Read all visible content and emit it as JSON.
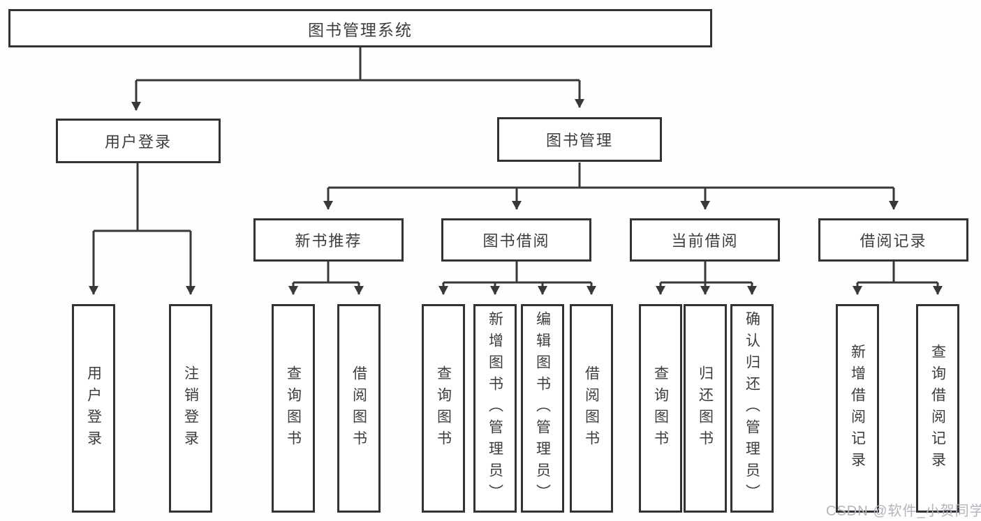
{
  "diagram": {
    "title": "图书管理系统",
    "root": {
      "label": "图书管理系统"
    },
    "level2": [
      {
        "label": "用户登录"
      },
      {
        "label": "图书管理"
      }
    ],
    "level3": [
      {
        "label": "新书推荐"
      },
      {
        "label": "图书借阅"
      },
      {
        "label": "当前借阅"
      },
      {
        "label": "借阅记录"
      }
    ],
    "leaves": [
      {
        "label": "用户登录",
        "parent": "用户登录"
      },
      {
        "label": "注销登录",
        "parent": "用户登录"
      },
      {
        "label": "查询图书",
        "parent": "新书推荐"
      },
      {
        "label": "借阅图书",
        "parent": "新书推荐"
      },
      {
        "label": "查询图书",
        "parent": "图书借阅"
      },
      {
        "label": "新增图书（管理员）",
        "parent": "图书借阅"
      },
      {
        "label": "编辑图书（管理员）",
        "parent": "图书借阅"
      },
      {
        "label": "借阅图书",
        "parent": "图书借阅"
      },
      {
        "label": "查询图书",
        "parent": "当前借阅"
      },
      {
        "label": "归还图书",
        "parent": "当前借阅"
      },
      {
        "label": "确认归还（管理员）",
        "parent": "当前借阅"
      },
      {
        "label": "新增借阅记录",
        "parent": "借阅记录"
      },
      {
        "label": "查询借阅记录",
        "parent": "借阅记录"
      }
    ]
  },
  "watermark": "CSDN @软件_小贺同学",
  "colors": {
    "box_border": "#333333",
    "text": "#3d3d3d",
    "connector": "#383838",
    "watermark": "#b4b4bc",
    "background": "#fefefe"
  }
}
